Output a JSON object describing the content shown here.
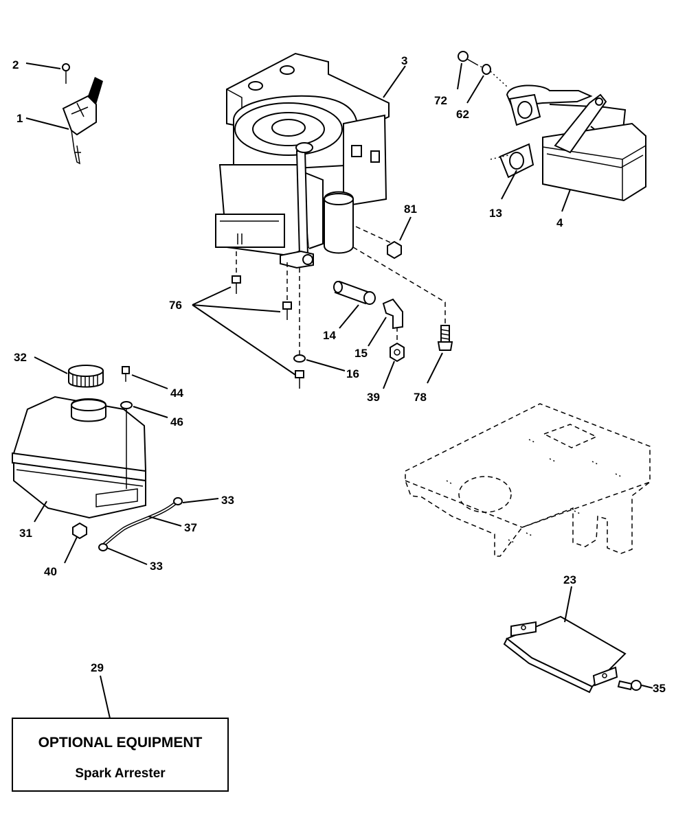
{
  "callouts": {
    "c1": "1",
    "c2": "2",
    "c3": "3",
    "c4": "4",
    "c13": "13",
    "c14": "14",
    "c15": "15",
    "c16": "16",
    "c23": "23",
    "c29": "29",
    "c31": "31",
    "c32": "32",
    "c33a": "33",
    "c33b": "33",
    "c35": "35",
    "c37": "37",
    "c39": "39",
    "c40": "40",
    "c44": "44",
    "c46": "46",
    "c62": "62",
    "c72": "72",
    "c76": "76",
    "c78": "78",
    "c81": "81"
  },
  "optional_box": {
    "title": "OPTIONAL EQUIPMENT",
    "subtitle": "Spark Arrester"
  }
}
